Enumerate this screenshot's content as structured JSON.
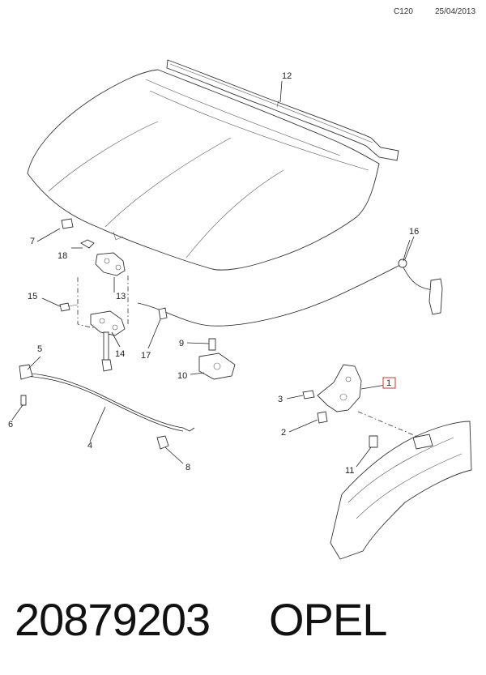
{
  "header": {
    "code": "C120",
    "date": "25/04/2013"
  },
  "callouts": [
    {
      "id": "c1",
      "label": "1",
      "highlight": true
    },
    {
      "id": "c2",
      "label": "2"
    },
    {
      "id": "c3",
      "label": "3"
    },
    {
      "id": "c4",
      "label": "4"
    },
    {
      "id": "c5",
      "label": "5"
    },
    {
      "id": "c6",
      "label": "6"
    },
    {
      "id": "c7",
      "label": "7"
    },
    {
      "id": "c8",
      "label": "8"
    },
    {
      "id": "c9",
      "label": "9"
    },
    {
      "id": "c10",
      "label": "10"
    },
    {
      "id": "c11",
      "label": "11"
    },
    {
      "id": "c12",
      "label": "12"
    },
    {
      "id": "c13",
      "label": "13"
    },
    {
      "id": "c14",
      "label": "14"
    },
    {
      "id": "c15",
      "label": "15"
    },
    {
      "id": "c16",
      "label": "16"
    },
    {
      "id": "c17",
      "label": "17"
    },
    {
      "id": "c18",
      "label": "18"
    }
  ],
  "highlight_color": "#c0392b",
  "footer": {
    "part_number": "20879203",
    "brand": "OPEL"
  }
}
